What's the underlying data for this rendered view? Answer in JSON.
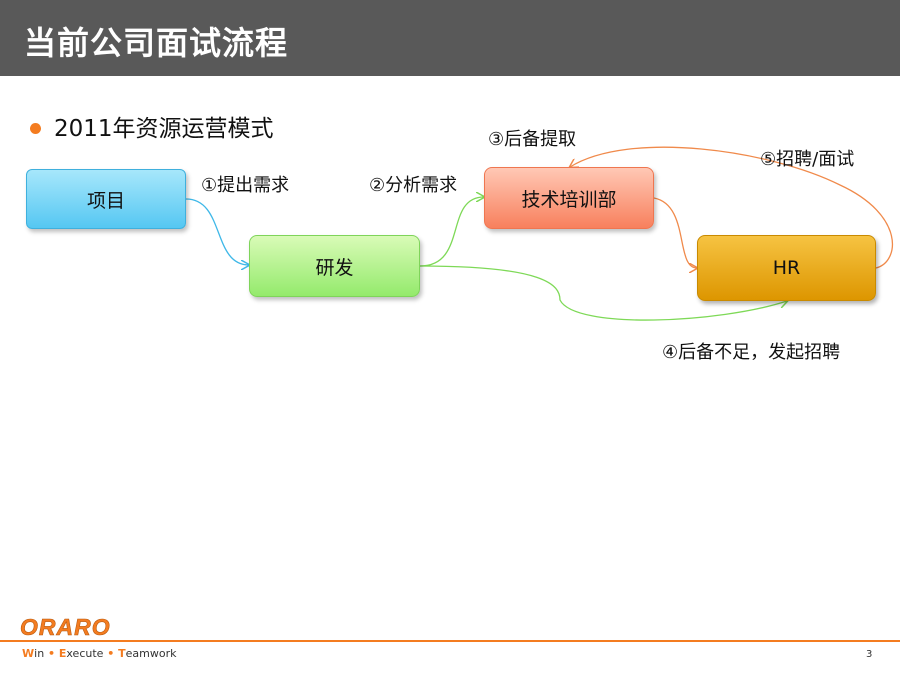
{
  "header": {
    "title": "当前公司面试流程"
  },
  "bullet": {
    "text": "2011年资源运营模式"
  },
  "nodes": {
    "project": "项目",
    "rd": "研发",
    "tech_training": "技术培训部",
    "hr": "HR"
  },
  "edge_labels": {
    "step1": "①提出需求",
    "step2": "②分析需求",
    "step3": "③后备提取",
    "step4": "④后备不足，发起招聘",
    "step5": "⑤招聘/面试"
  },
  "footer": {
    "logo": "ORARO",
    "slogan": {
      "w": "W",
      "win": "in",
      "sep1": " • ",
      "e": "E",
      "execute": "xecute",
      "sep2": " • ",
      "t": "T",
      "teamwork": "eamwork"
    },
    "page_number": "3"
  },
  "colors": {
    "title_bar": "#595959",
    "accent": "#f47c20",
    "edge_blue": "#3fb8e8",
    "edge_green": "#7ed957",
    "edge_orange": "#f08a4b"
  }
}
